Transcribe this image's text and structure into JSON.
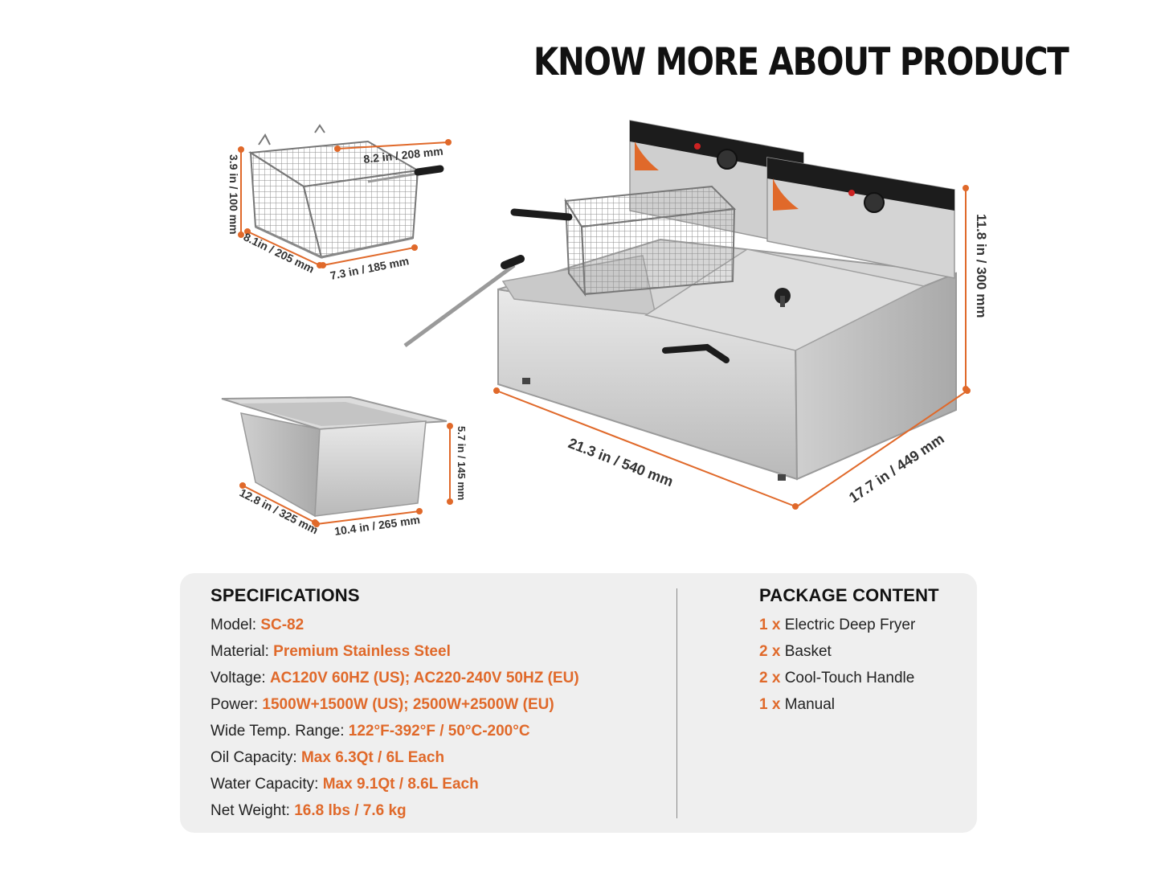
{
  "headline": "KNOW MORE ABOUT PRODUCT",
  "dimensions": {
    "basket_height": "3.9 in / 100 mm",
    "basket_width": "8.2 in / 208 mm",
    "basket_depth": "8.1in / 205 mm",
    "basket_length": "7.3 in / 185 mm",
    "tank_height": "5.7 in / 145 mm",
    "tank_depth": "12.8 in / 325 mm",
    "tank_width": "10.4 in / 265 mm",
    "fryer_height": "11.8 in / 300 mm",
    "fryer_width": "21.3 in / 540 mm",
    "fryer_depth": "17.7 in / 449 mm"
  },
  "specifications": {
    "heading": "SPECIFICATIONS",
    "rows": [
      {
        "label": "Model: ",
        "value": "SC-82"
      },
      {
        "label": "Material: ",
        "value": "Premium Stainless Steel"
      },
      {
        "label": "Voltage: ",
        "value": "AC120V 60HZ (US); AC220-240V 50HZ (EU)"
      },
      {
        "label": "Power: ",
        "value": "1500W+1500W (US); 2500W+2500W (EU)"
      },
      {
        "label": "Wide Temp. Range: ",
        "value": "122°F-392°F / 50°C-200°C"
      },
      {
        "label": "Oil Capacity: ",
        "value": "Max 6.3Qt / 6L Each"
      },
      {
        "label": "Water Capacity: ",
        "value": "Max 9.1Qt / 8.6L Each"
      },
      {
        "label": "Net Weight: ",
        "value": "16.8 lbs / 7.6 kg"
      }
    ]
  },
  "package": {
    "heading": "PACKAGE CONTENT",
    "items": [
      {
        "qty": "1 x",
        "name": " Electric Deep Fryer"
      },
      {
        "qty": "2 x",
        "name": " Basket"
      },
      {
        "qty": "2 x",
        "name": " Cool-Touch Handle"
      },
      {
        "qty": "1 x",
        "name": " Manual"
      }
    ]
  },
  "colors": {
    "accent": "#e0692a",
    "panel": "#efefef"
  }
}
